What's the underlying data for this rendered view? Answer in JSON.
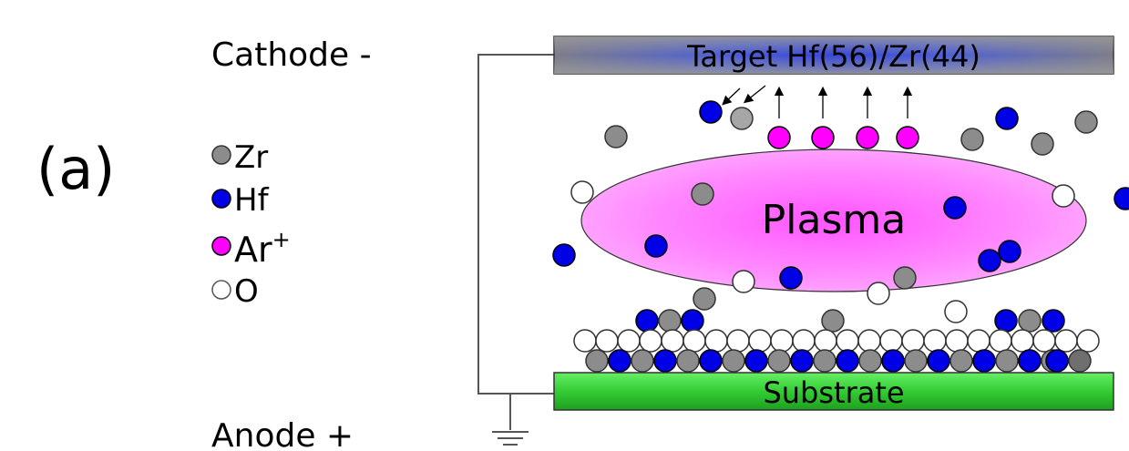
{
  "panel_label": "(a)",
  "electrodes": {
    "cathode_label": "Cathode -",
    "anode_label": "Anode +"
  },
  "legend": [
    {
      "species": "Zr",
      "color": "#8c8c8c"
    },
    {
      "species": "Hf",
      "color": "#0000e6"
    },
    {
      "species": "Ar",
      "superscript": "+",
      "color": "#ff00ff"
    },
    {
      "species": "O",
      "color": "#ffffff"
    }
  ],
  "target": {
    "label": "Target Hf(56)/Zr(44)"
  },
  "plasma": {
    "label": "Plasma"
  },
  "substrate": {
    "label": "Substrate"
  },
  "colors": {
    "zr": "#8c8c8c",
    "hf": "#0000e6",
    "ar": "#ff00ff",
    "o": "#ffffff",
    "plasma_fill": "#ff66ff",
    "substrate_fill": "#33cc33",
    "target_fill": "#8a8a8a",
    "target_glow": "#3a4ddb"
  }
}
